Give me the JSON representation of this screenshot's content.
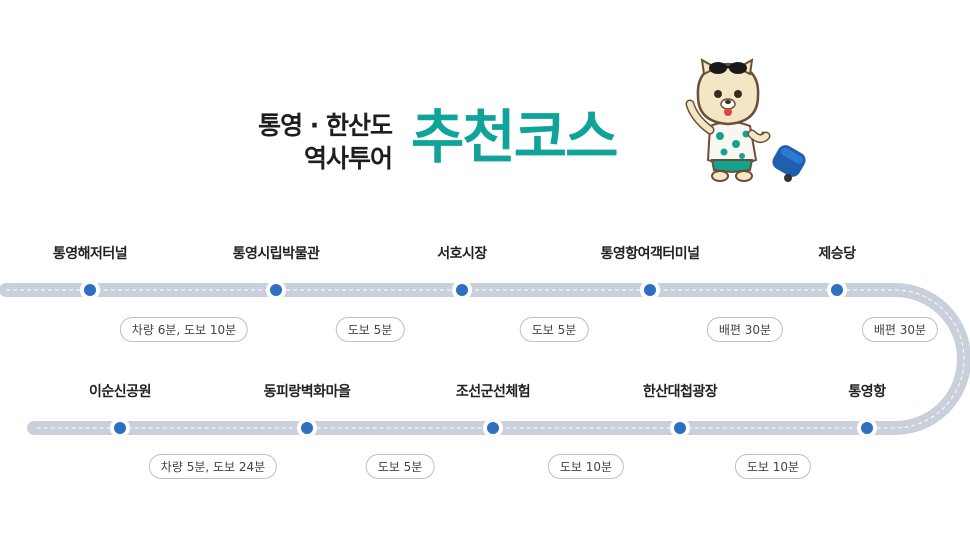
{
  "header": {
    "line1": "통영 · 한산도",
    "line2": "역사투어",
    "title": "추천코스"
  },
  "route": {
    "row1": {
      "stops": [
        "통영해저터널",
        "통영시립박물관",
        "서호시장",
        "통영항여객터미널",
        "제승당"
      ],
      "segments": [
        "차량 6분, 도보 10분",
        "도보 5분",
        "도보 5분",
        "배편 30분",
        "배편 30분"
      ]
    },
    "row2": {
      "stops": [
        "이순신공원",
        "동피랑벽화마을",
        "조선군선체험",
        "한산대첩광장",
        "통영항"
      ],
      "segments": [
        "차량 5분, 도보 24분",
        "도보 5분",
        "도보 10분",
        "도보 10분"
      ]
    }
  },
  "colors": {
    "accent": "#10a39a",
    "track": "#c9d0dc",
    "stop_dot": "#2f6fc2",
    "pill_border": "#bfbfbf"
  },
  "icons": [
    "cat-mascot",
    "sunglasses",
    "suitcase"
  ]
}
